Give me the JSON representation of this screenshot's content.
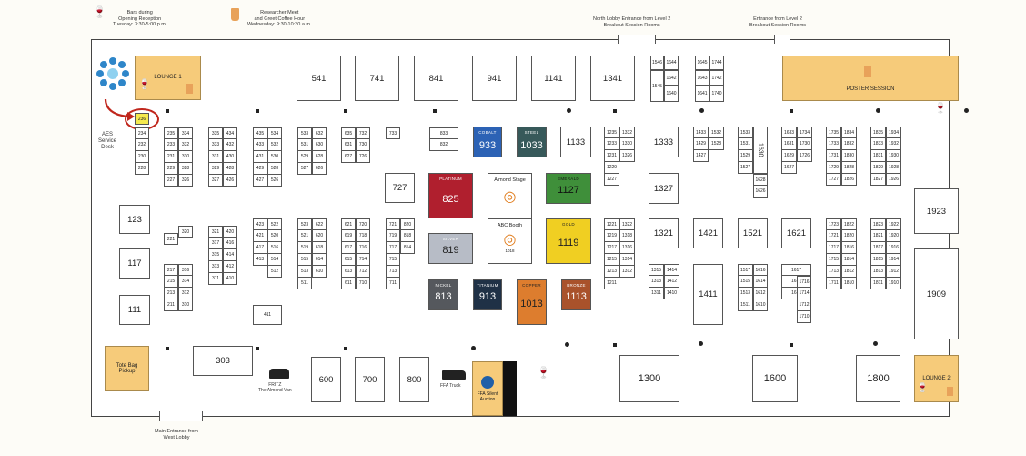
{
  "legend": {
    "bars": "Bars during\nOpening Reception\nTuesday: 3:30-5:00 p.m.",
    "coffee": "Researcher Meet\nand Greet Coffee Hour\nWednesday: 9:30-10:30 a.m.",
    "north_entrance": "North Lobby Entrance from Level 2\nBreakout Session Rooms",
    "entrance2": "Entrance from Level 2\nBreakout Session Rooms"
  },
  "labels": {
    "lounge1": "LOUNGE 1",
    "lounge2": "LOUNGE 2",
    "poster": "POSTER SESSION",
    "aes": "AES\nService\nDesk",
    "tote": "Tote Bag\nPickup",
    "main_entrance": "Main Entrance from\nWest Lobby",
    "fritz": "FRITZ\nThe Almond Van",
    "ffa_truck": "FFA Truck",
    "ffa_auction": "FFA Silent\nAuction",
    "almond_stage": "Almond Stage",
    "abc_booth": "ABC Booth",
    "abc_num": "1018",
    "highlight_booth": "236"
  },
  "sponsors": {
    "cobalt": {
      "label": "COBALT",
      "num": "933"
    },
    "steel": {
      "label": "STEEL",
      "num": "1033"
    },
    "platinum": {
      "label": "PLATINUM",
      "num": "825"
    },
    "emerald": {
      "label": "EMERALD",
      "num": "1127"
    },
    "silver": {
      "label": "SILVER",
      "num": "819"
    },
    "gold": {
      "label": "GOLD",
      "num": "1119"
    },
    "nickel": {
      "label": "NICKEL",
      "num": "813"
    },
    "titanium": {
      "label": "TITANIUM",
      "num": "913"
    },
    "copper": {
      "label": "COPPER",
      "num": "1013"
    },
    "bronze": {
      "label": "BRONZE",
      "num": "1113"
    }
  },
  "booths": {
    "top_row": [
      "541",
      "741",
      "841",
      "941",
      "1141",
      "1341"
    ],
    "b1546": "1546",
    "b1644": "1644",
    "b1642": "1642",
    "b1545": "1545",
    "b1640": "1640",
    "b1645": "1645",
    "b1744": "1744",
    "b1643": "1643",
    "b1742": "1742",
    "b1641": "1641",
    "b1740": "1740",
    "b123": "123",
    "b117": "117",
    "b111": "111",
    "b303": "303",
    "b727": "727",
    "b1133": "1133",
    "b1333": "1333",
    "b1327": "1327",
    "b1321": "1321",
    "b1421": "1421",
    "b1521": "1521",
    "b1621": "1621",
    "b1411": "1411",
    "b1923": "1923",
    "b1909": "1909",
    "b600": "600",
    "b700": "700",
    "b800": "800",
    "b1300": "1300",
    "b1600": "1600",
    "b1800": "1800",
    "b1630": "1630",
    "b411": "411",
    "b1211": "1211",
    "b1227": "1227",
    "b1326": "1326",
    "b1427": "1427",
    "b1527": "1527",
    "b1617": "1617"
  },
  "cols": {
    "c2a": [
      "234",
      "232",
      "230",
      "228"
    ],
    "c2b": [
      "235",
      "233",
      "231",
      "229",
      "227"
    ],
    "c3a": [
      "334",
      "332",
      "330",
      "328",
      "326"
    ],
    "c3b": [
      "335",
      "333",
      "331",
      "329",
      "327"
    ],
    "c4a": [
      "434",
      "432",
      "430",
      "428",
      "426"
    ],
    "c4b": [
      "435",
      "433",
      "431",
      "429",
      "427"
    ],
    "c5a": [
      "534",
      "532",
      "530",
      "528",
      "526"
    ],
    "c5b": [
      "533",
      "531",
      "529",
      "527"
    ],
    "c6a": [
      "632",
      "630",
      "628",
      "626"
    ],
    "c6b": [
      "635",
      "631",
      "627"
    ],
    "c7a": [
      "732",
      "730",
      "726"
    ],
    "c21": [
      "221"
    ],
    "c320": [
      "320"
    ],
    "c2c": [
      "217",
      "215",
      "213",
      "211"
    ],
    "c3c": [
      "316",
      "314",
      "312",
      "310"
    ],
    "c3d": [
      "321",
      "317",
      "315",
      "313",
      "311"
    ],
    "c4c": [
      "420",
      "416",
      "414",
      "412",
      "410"
    ],
    "c4d": [
      "423",
      "421",
      "417",
      "413"
    ],
    "c5c": [
      "522",
      "520",
      "516",
      "514",
      "512"
    ],
    "c5d": [
      "523",
      "521",
      "519",
      "515",
      "513",
      "511"
    ],
    "c6c": [
      "622",
      "620",
      "618",
      "614",
      "610"
    ],
    "c6d": [
      "621",
      "619",
      "617",
      "615",
      "613",
      "611"
    ],
    "c7b": [
      "720",
      "718",
      "716",
      "714",
      "712",
      "710"
    ],
    "c7c": [
      "721",
      "719",
      "717",
      "715",
      "713",
      "711"
    ],
    "c8a": [
      "820",
      "818",
      "814"
    ],
    "c8b": [
      "833",
      "832"
    ],
    "c12a": [
      "1235",
      "1233",
      "1231",
      "1229",
      "1227"
    ],
    "c13a": [
      "1332",
      "1330",
      "1326"
    ],
    "c12b": [
      "1221",
      "1219",
      "1217",
      "1215",
      "1213",
      "1211"
    ],
    "c13b": [
      "1322",
      "1318",
      "1316",
      "1314",
      "1312"
    ],
    "c13c": [
      "1315",
      "1313",
      "1311"
    ],
    "c14c": [
      "1414",
      "1412",
      "1410"
    ],
    "c14a": [
      "1433",
      "1429",
      "1427"
    ],
    "c15a": [
      "1532",
      "1528"
    ],
    "c15b": [
      "1533",
      "1531",
      "1529",
      "1527"
    ],
    "c16a": [
      "1628",
      "1626"
    ],
    "c16b": [
      "1633",
      "1631",
      "1629",
      "1627"
    ],
    "c17a": [
      "1734",
      "1730",
      "1726"
    ],
    "c17b": [
      "1735",
      "1733",
      "1731",
      "1729",
      "1727"
    ],
    "c18a": [
      "1834",
      "1832",
      "1830",
      "1828",
      "1826"
    ],
    "c18b": [
      "1835",
      "1833",
      "1831",
      "1829",
      "1827"
    ],
    "c19a": [
      "1934",
      "1932",
      "1930",
      "1928",
      "1926"
    ],
    "c15c": [
      "1517",
      "1515",
      "1513",
      "1511"
    ],
    "c16c": [
      "1616",
      "1614",
      "1612",
      "1610"
    ],
    "c16d": [
      "1617",
      "1613",
      "1611"
    ],
    "c17c": [
      "1716",
      "1714",
      "1712",
      "1710"
    ],
    "c17d": [
      "1723",
      "1721",
      "1717",
      "1715",
      "1713",
      "1711"
    ],
    "c18c": [
      "1822",
      "1820",
      "1816",
      "1814",
      "1812",
      "1810"
    ],
    "c18d": [
      "1823",
      "1821",
      "1817",
      "1815",
      "1813",
      "1811"
    ],
    "c19b": [
      "1922",
      "1920",
      "1916",
      "1914",
      "1912",
      "1910"
    ]
  },
  "colors": {
    "tan": "#f6cb7a",
    "highlight": "#f5e94e",
    "arrow": "#c0261c"
  }
}
